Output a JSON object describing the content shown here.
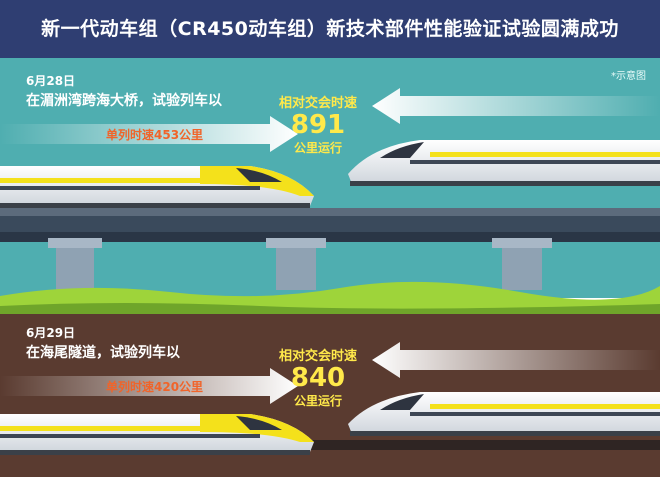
{
  "title": "新一代动车组（CR450动车组）新技术部件性能验证试验圆满成功",
  "note": "*示意图",
  "scenes": [
    {
      "date": "6月28日",
      "place": "在湄洲湾跨海大桥，试验列车以",
      "single_speed": "单列时速453公里",
      "relative_label": "相对交会时速",
      "relative_speed": "891",
      "unit_label": "公里运行"
    },
    {
      "date": "6月29日",
      "place": "在海尾隧道，试验列车以",
      "single_speed": "单列时速420公里",
      "relative_label": "相对交会时速",
      "relative_speed": "840",
      "unit_label": "公里运行"
    }
  ],
  "colors": {
    "header": "#2f3e72",
    "sea": "#4faeb0",
    "grass": "#9ed43a",
    "soil": "#5a3b30",
    "train_yellow": "#f4e11b",
    "highlight": "#ffe94a",
    "arrow_text": "#f0642a"
  }
}
